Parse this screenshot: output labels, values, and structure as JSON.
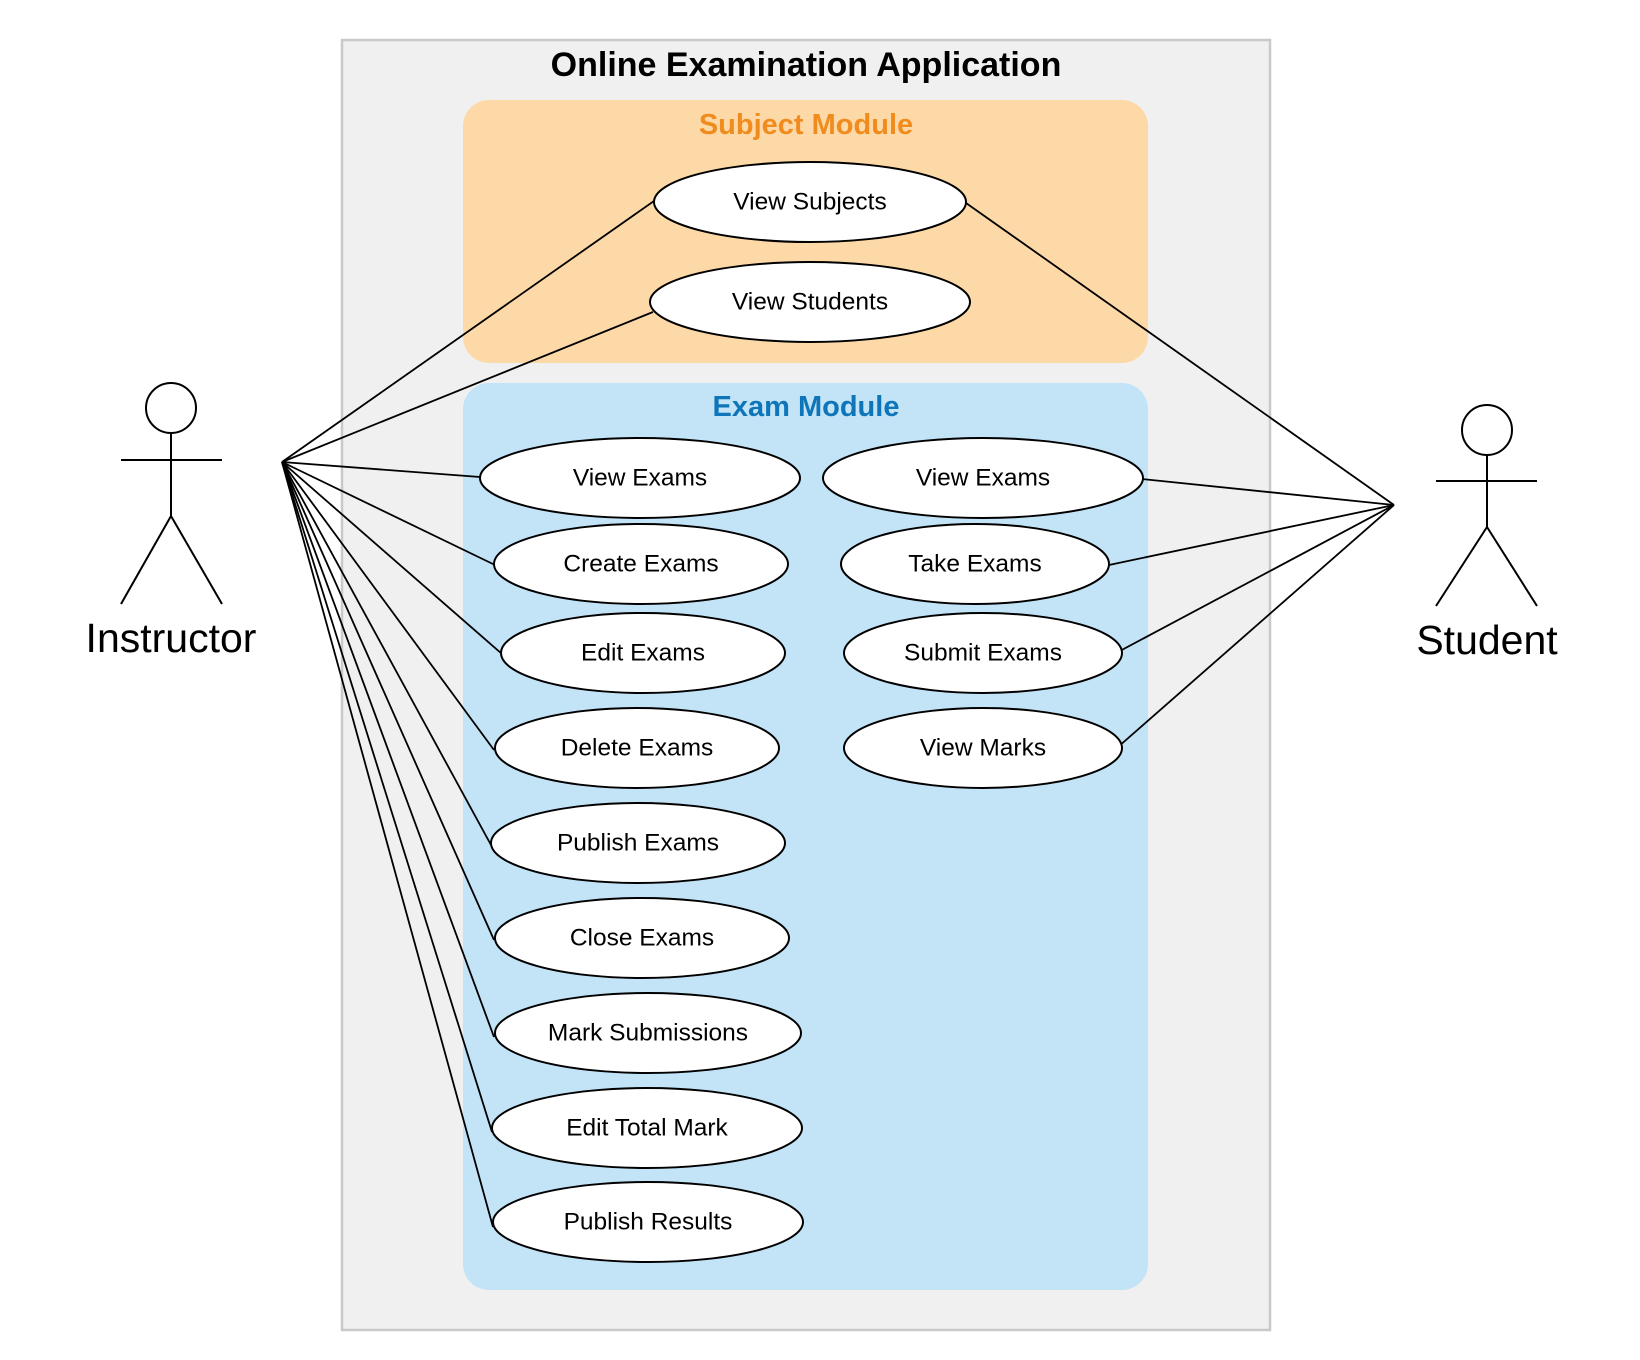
{
  "system": {
    "title": "Online Examination Application"
  },
  "modules": {
    "subject": {
      "title": "Subject Module",
      "color": "#fdd9a8",
      "title_color": "#f08c1e"
    },
    "exam": {
      "title": "Exam Module",
      "color": "#c3e3f6",
      "title_color": "#0d75b8"
    }
  },
  "actors": {
    "instructor": {
      "name": "Instructor"
    },
    "student": {
      "name": "Student"
    }
  },
  "use_cases": {
    "view_subjects": "View Subjects",
    "view_students": "View Students",
    "i_view_exams": "View Exams",
    "create_exams": "Create Exams",
    "edit_exams": "Edit Exams",
    "delete_exams": "Delete Exams",
    "publish_exams": "Publish Exams",
    "close_exams": "Close Exams",
    "mark_submissions": "Mark Submissions",
    "edit_total_mark": "Edit Total Mark",
    "publish_results": "Publish Results",
    "s_view_exams": "View Exams",
    "take_exams": "Take Exams",
    "submit_exams": "Submit Exams",
    "view_marks": "View Marks"
  },
  "associations": {
    "instructor": [
      "view_subjects",
      "view_students",
      "i_view_exams",
      "create_exams",
      "edit_exams",
      "delete_exams",
      "publish_exams",
      "close_exams",
      "mark_submissions",
      "edit_total_mark",
      "publish_results"
    ],
    "student": [
      "view_subjects",
      "s_view_exams",
      "take_exams",
      "submit_exams",
      "view_marks"
    ]
  }
}
